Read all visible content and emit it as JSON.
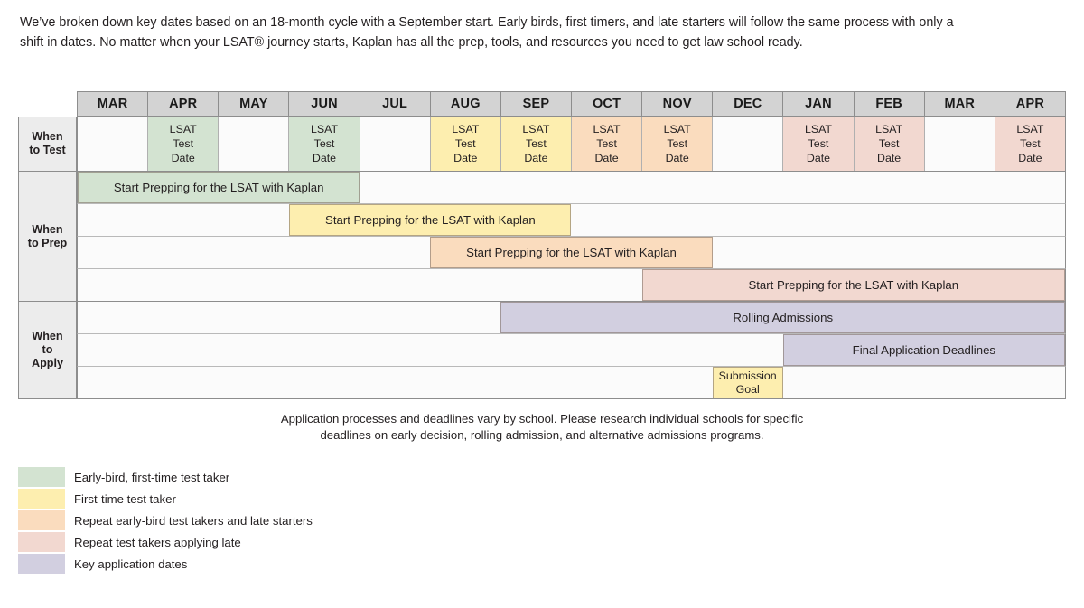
{
  "intro": {
    "text": "We’ve broken down key dates based on an 18-month cycle with a September start. Early birds, first timers, and late starters will follow the same process with only a shift in dates. No matter when your LSAT® journey starts, Kaplan has all the prep, tools, and resources you need to get law school ready."
  },
  "colors": {
    "green": "#d3e3d1",
    "yellow": "#fdeeaf",
    "orange": "#fadcbe",
    "pink": "#f2d8d0",
    "purple": "#d2cfe0",
    "header_gray": "#d3d3d3",
    "label_gray": "#ececec",
    "cell_white": "#fbfbfb"
  },
  "months": [
    "MAR",
    "APR",
    "MAY",
    "JUN",
    "JUL",
    "AUG",
    "SEP",
    "OCT",
    "NOV",
    "DEC",
    "JAN",
    "FEB",
    "MAR",
    "APR"
  ],
  "rows": {
    "test": {
      "label": "When\nto Test",
      "label_line1": "When",
      "label_line2": "to Test",
      "cell_text": "LSAT\nTest\nDate",
      "cells": [
        {
          "month": "MAR",
          "text": "",
          "color": ""
        },
        {
          "month": "APR",
          "text": "LSAT Test Date",
          "color": "green"
        },
        {
          "month": "MAY",
          "text": "",
          "color": ""
        },
        {
          "month": "JUN",
          "text": "LSAT Test Date",
          "color": "green"
        },
        {
          "month": "JUL",
          "text": "",
          "color": ""
        },
        {
          "month": "AUG",
          "text": "LSAT Test Date",
          "color": "yellow"
        },
        {
          "month": "SEP",
          "text": "LSAT Test Date",
          "color": "yellow"
        },
        {
          "month": "OCT",
          "text": "LSAT Test Date",
          "color": "orange"
        },
        {
          "month": "NOV",
          "text": "LSAT Test Date",
          "color": "orange"
        },
        {
          "month": "DEC",
          "text": "",
          "color": ""
        },
        {
          "month": "JAN",
          "text": "LSAT Test Date",
          "color": "pink"
        },
        {
          "month": "FEB",
          "text": "LSAT Test Date",
          "color": "pink"
        },
        {
          "month": "MAR",
          "text": "",
          "color": ""
        },
        {
          "month": "APR",
          "text": "LSAT Test Date",
          "color": "pink"
        }
      ]
    },
    "prep": {
      "label_line1": "When",
      "label_line2": "to Prep",
      "bars": [
        {
          "label": "Start Prepping for the LSAT with Kaplan",
          "color": "green",
          "start_month": "MAR",
          "end_month": "JUN",
          "start_index": 0,
          "span": 4
        },
        {
          "label": "Start Prepping for the LSAT with Kaplan",
          "color": "yellow",
          "start_month": "JUN",
          "end_month": "SEP",
          "start_index": 3,
          "span": 4
        },
        {
          "label": "Start Prepping for the LSAT with Kaplan",
          "color": "orange",
          "start_month": "AUG",
          "end_month": "NOV",
          "start_index": 5,
          "span": 4
        },
        {
          "label": "Start Prepping for the LSAT with Kaplan",
          "color": "pink",
          "start_month": "NOV",
          "end_month": "APR",
          "start_index": 8,
          "span": 6
        }
      ]
    },
    "apply": {
      "label_line1": "When",
      "label_line2": "to",
      "label_line3": "Apply",
      "bars": [
        {
          "label": "Rolling Admissions",
          "color": "purple",
          "start_month": "SEP",
          "end_month": "APR",
          "start_index": 6,
          "span": 8
        },
        {
          "label": "Final Application Deadlines",
          "color": "purple",
          "start_month": "JAN",
          "end_month": "APR",
          "start_index": 10,
          "span": 4
        },
        {
          "label": "Submission Goal",
          "color": "yellow",
          "start_month": "DEC",
          "end_month": "DEC",
          "start_index": 9,
          "span": 1
        }
      ]
    }
  },
  "footnote": {
    "line1": "Application processes and deadlines vary by school. Please research individual schools for specific",
    "line2": "deadlines on early decision, rolling admission, and alternative admissions programs."
  },
  "legend": {
    "items": [
      {
        "label": "Early-bird, first-time test taker",
        "color": "#d3e3d1"
      },
      {
        "label": "First-time test taker",
        "color": "#fdeeaf"
      },
      {
        "label": "Repeat early-bird test takers and late starters",
        "color": "#fadcbe"
      },
      {
        "label": "Repeat test takers applying late",
        "color": "#f2d8d0"
      },
      {
        "label": "Key application dates",
        "color": "#d2cfe0"
      }
    ]
  }
}
